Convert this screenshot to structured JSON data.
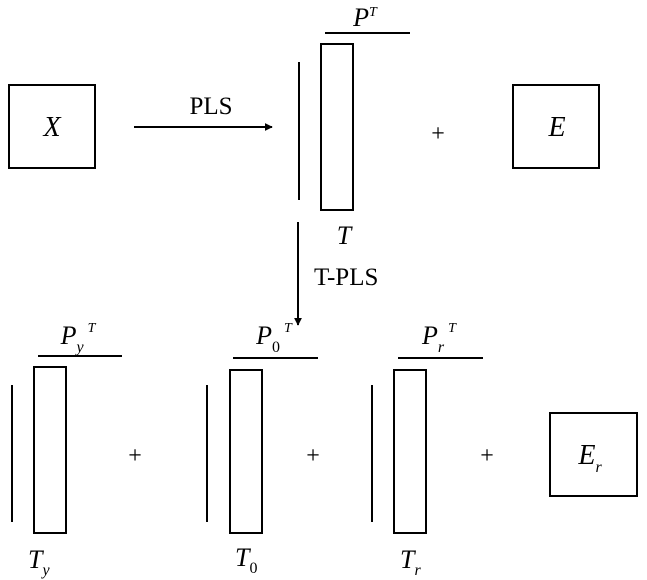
{
  "top": {
    "input_matrix": "X",
    "method": "PLS",
    "loadings": {
      "base": "P",
      "sup": "T"
    },
    "scores": "T",
    "residual": "E",
    "plus": "+"
  },
  "transform": {
    "method": "T-PLS"
  },
  "bottom": {
    "predictive": {
      "loading_base": "P",
      "loading_sub": "y",
      "loading_sup": "T",
      "score_base": "T",
      "score_sub": "y"
    },
    "orthogonal": {
      "loading_base": "P",
      "loading_sub": "0",
      "loading_sup": "T",
      "score_base": "T",
      "score_sub": "0"
    },
    "residual_comp": {
      "loading_base": "P",
      "loading_sub": "r",
      "loading_sup": "T",
      "score_base": "T",
      "score_sub": "r"
    },
    "residual": {
      "base": "E",
      "sub": "r"
    },
    "plus_1": "+",
    "plus_2": "+",
    "plus_3": "+"
  }
}
